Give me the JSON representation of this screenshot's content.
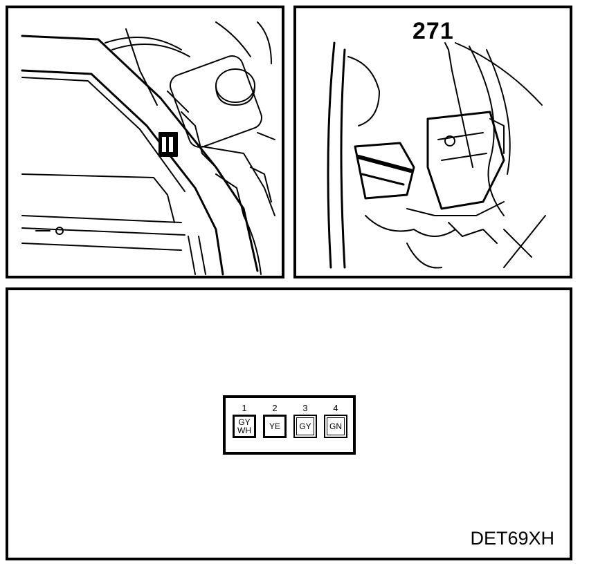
{
  "callout_number": "271",
  "diagram_code": "DET69XH",
  "connector": {
    "pins": [
      {
        "number": "1",
        "colors": [
          "GY",
          "WH"
        ]
      },
      {
        "number": "2",
        "colors": [
          "YE"
        ]
      },
      {
        "number": "3",
        "colors": [
          "GY"
        ]
      },
      {
        "number": "4",
        "colors": [
          "GN"
        ]
      }
    ]
  }
}
